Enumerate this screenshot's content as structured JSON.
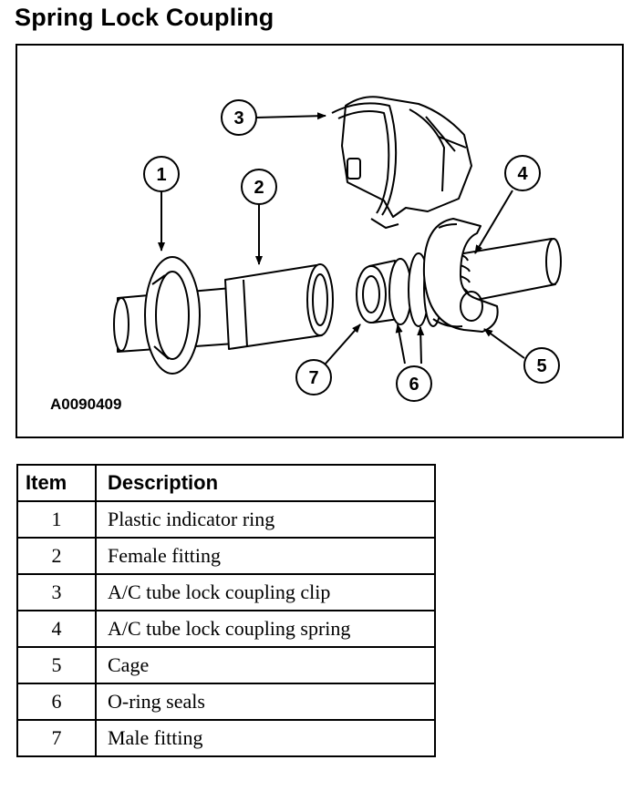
{
  "title": "Spring Lock Coupling",
  "figure": {
    "id": "A0090409",
    "callouts": [
      "1",
      "2",
      "3",
      "4",
      "5",
      "6",
      "7"
    ]
  },
  "table": {
    "headers": {
      "item": "Item",
      "description": "Description"
    },
    "rows": [
      {
        "item": "1",
        "description": "Plastic indicator ring"
      },
      {
        "item": "2",
        "description": "Female fitting"
      },
      {
        "item": "3",
        "description": "A/C tube lock coupling clip"
      },
      {
        "item": "4",
        "description": "A/C tube lock coupling spring"
      },
      {
        "item": "5",
        "description": "Cage"
      },
      {
        "item": "6",
        "description": "O-ring seals"
      },
      {
        "item": "7",
        "description": "Male fitting"
      }
    ]
  }
}
